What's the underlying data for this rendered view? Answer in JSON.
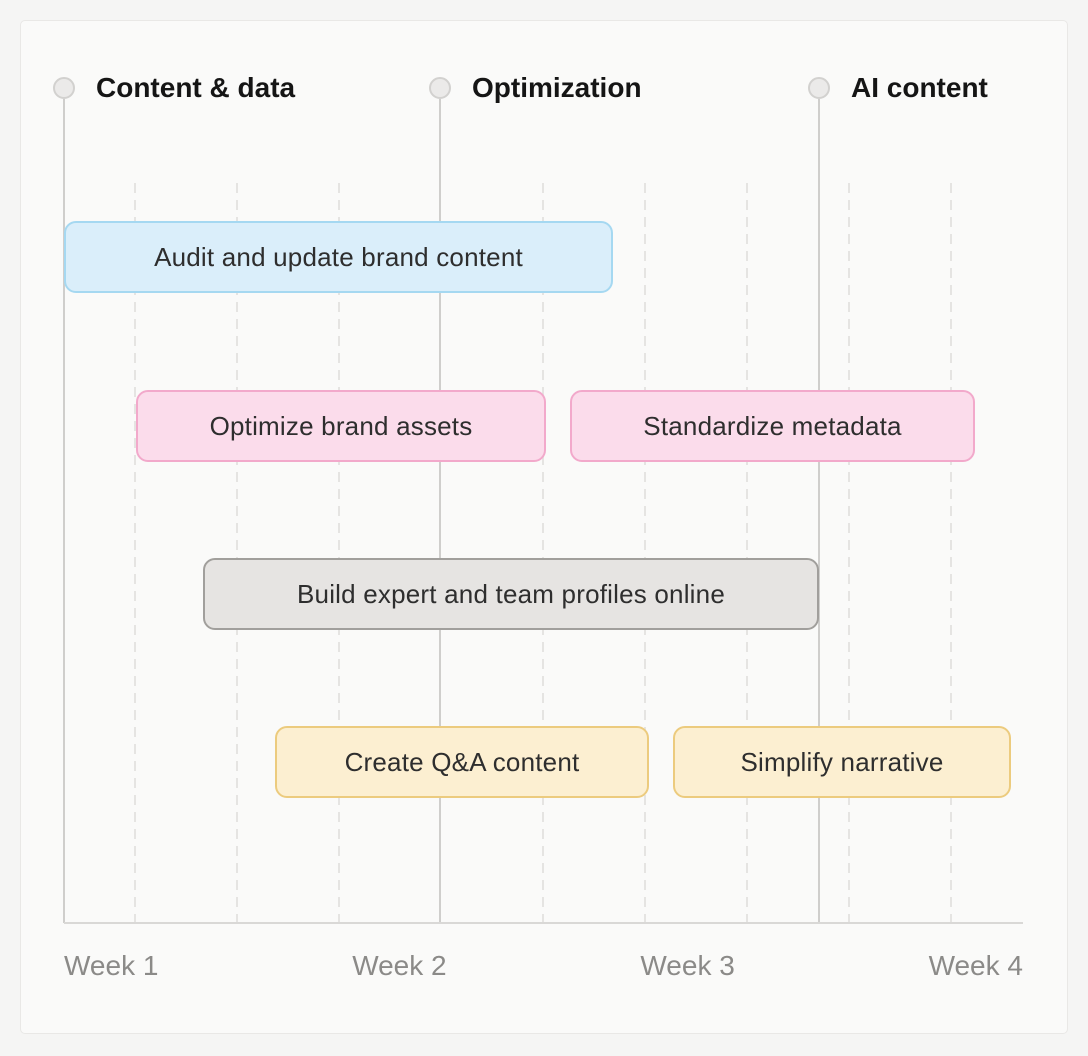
{
  "colors": {
    "page_bg": "#f5f5f4",
    "card_bg": "#fafaf9",
    "card_border": "#e9e8e6",
    "milestone_line": "#cfcecc",
    "grid_dash": "#e5e4e2",
    "baseline": "#d9d8d6",
    "marker_fill": "#ebeae9",
    "marker_border": "#d2d1cf",
    "phase_label_text": "#151515",
    "task_text": "#2e2e2e",
    "week_text": "#8b8a88"
  },
  "palette": {
    "blue": {
      "bg": "#daeefa",
      "border": "#a5d8f1"
    },
    "pink": {
      "bg": "#fbdceb",
      "border": "#f2a9cb"
    },
    "gray": {
      "bg": "#e6e4e2",
      "border": "#a19f9c"
    },
    "yellow": {
      "bg": "#fcefd1",
      "border": "#eccb7e"
    }
  },
  "chart_data": {
    "type": "bar",
    "variant": "gantt-roadmap-timeline",
    "title": "",
    "xlabel": "",
    "ylabel": "",
    "x_ticks": [
      "Week 1",
      "Week 2",
      "Week 3",
      "Week 4"
    ],
    "x_range_weeks": [
      1,
      5
    ],
    "grid": "vertical-dashed",
    "legend": false,
    "phase_markers": [
      {
        "label": "Content & data",
        "week": 1.0
      },
      {
        "label": "Optimization",
        "week": 2.57
      },
      {
        "label": "AI content",
        "week": 4.15
      }
    ],
    "series": [
      {
        "name": "Audit and update brand content",
        "row": 0,
        "color_key": "blue",
        "start_week": 1.0,
        "end_week": 3.29
      },
      {
        "name": "Optimize brand assets",
        "row": 1,
        "color_key": "pink",
        "start_week": 1.3,
        "end_week": 3.01
      },
      {
        "name": "Standardize metadata",
        "row": 1,
        "color_key": "pink",
        "start_week": 3.11,
        "end_week": 4.8
      },
      {
        "name": "Build expert and team profiles online",
        "row": 2,
        "color_key": "gray",
        "start_week": 1.58,
        "end_week": 4.15
      },
      {
        "name": "Create Q&A content",
        "row": 3,
        "color_key": "yellow",
        "start_week": 1.88,
        "end_week": 3.44
      },
      {
        "name": "Simplify narrative",
        "row": 3,
        "color_key": "yellow",
        "start_week": 3.54,
        "end_week": 4.95
      }
    ]
  }
}
